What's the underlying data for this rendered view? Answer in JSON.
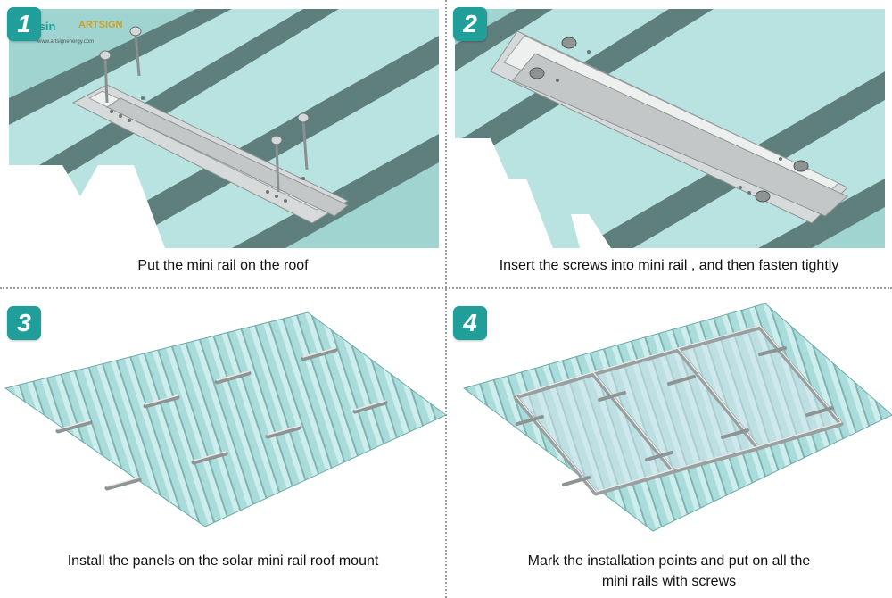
{
  "steps": [
    {
      "number": "1",
      "caption": "Put the mini rail on the roof"
    },
    {
      "number": "2",
      "caption": "Insert the screws into mini rail , and then fasten tightly"
    },
    {
      "number": "3",
      "caption": "Install the panels on the solar mini rail roof mount"
    },
    {
      "number": "4",
      "caption": "Mark the installation points and put on all the mini rails with screws"
    }
  ],
  "logo": {
    "brand": "isin",
    "brand2": "ARTSIGN",
    "url": "www.artsignenergy.com"
  },
  "colors": {
    "badge": "#1f9e9a",
    "roof": "#9fd4d1",
    "roof_dark": "#5f7f7d",
    "rail": "#c9cccc"
  }
}
